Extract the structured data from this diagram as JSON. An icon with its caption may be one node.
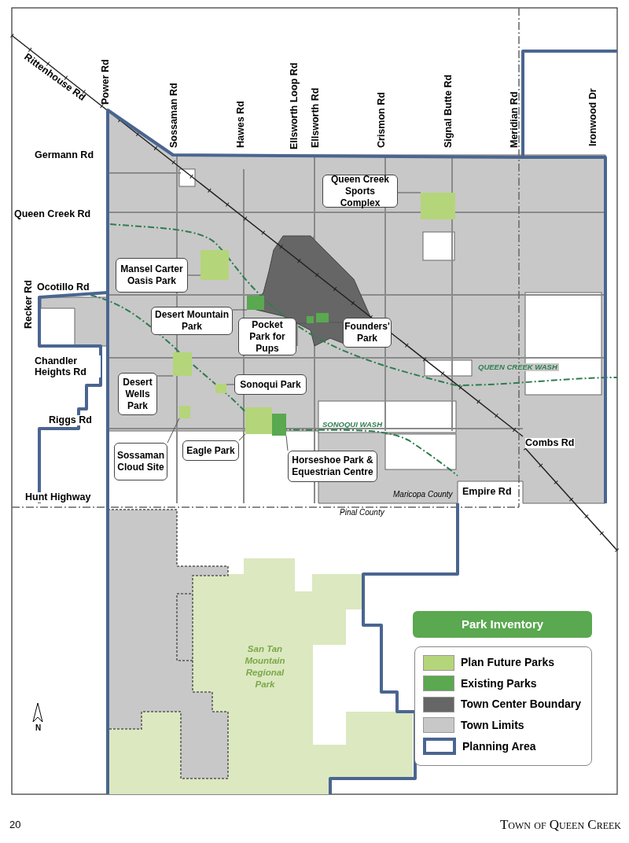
{
  "diagram": {
    "nodes": [
      {
        "text": [
          "Queen Creek Sports Complex"
        ]
      },
      {
        "text": [
          "Mansel Carter Oasis Park"
        ]
      },
      {
        "text": [
          "Desert Mountain Park"
        ]
      },
      {
        "text": [
          "Pocket Park for Pups"
        ]
      },
      {
        "text": [
          "Founders' Park"
        ]
      },
      {
        "text": [
          "Desert Wells Park"
        ]
      },
      {
        "text": [
          "Sonoqui Park"
        ]
      },
      {
        "text": [
          "Sossaman Cloud Site"
        ]
      },
      {
        "text": [
          "Eagle Park"
        ]
      },
      {
        "text": [
          "Horseshoe Park & Equestrian Centre"
        ]
      },
      {
        "text": [],
        "shape": "box"
      },
      {
        "text": [],
        "shape": "box"
      },
      {
        "text": [],
        "shape": "box"
      },
      {
        "text": [],
        "shape": "box"
      },
      {
        "text": [],
        "shape": "box"
      },
      {
        "text": [],
        "shape": "box"
      },
      {
        "text": [],
        "shape": "box"
      },
      {
        "text": [],
        "shape": "box"
      },
      {
        "text": [],
        "shape": "box"
      },
      {
        "text": [],
        "shape": "box"
      },
      {
        "text": [
          "Park Inventory"
        ]
      }
    ],
    "edges": [
      {
        "from": 0,
        "to": 10,
        "arrow": "none"
      },
      {
        "from": 1,
        "to": 11,
        "arrow": "none"
      },
      {
        "from": 2,
        "to": 12,
        "arrow": "none"
      },
      {
        "from": 3,
        "to": 13,
        "arrow": "none"
      },
      {
        "from": 4,
        "to": 14,
        "arrow": "none"
      },
      {
        "from": 5,
        "to": 15,
        "arrow": "none"
      },
      {
        "from": 6,
        "to": 16,
        "arrow": "none"
      },
      {
        "from": 7,
        "to": 17,
        "arrow": "none"
      },
      {
        "from": 8,
        "to": 18,
        "arrow": "none"
      },
      {
        "from": 9,
        "to": 19,
        "arrow": "none"
      }
    ],
    "labels": [
      "Rittenhouse Rd",
      "Power Rd",
      "Sossaman Rd",
      "Hawes Rd",
      "Ellsworth Loop Rd",
      "Ellsworth Rd",
      "Crismon Rd",
      "Signal Butte Rd",
      "Meridian Rd",
      "Ironwood Dr",
      "Germann Rd",
      "Queen Creek Rd",
      "Ocotillo Rd",
      "Recker Rd",
      "Chandler Heights Rd",
      "Riggs Rd",
      "Hunt Highway",
      "Combs Rd",
      "Empire Rd",
      "QUEEN CREEK WASH",
      "SONOQUI WASH",
      "Maricopa County",
      "Pinal County",
      "San Tan Mountain Regional Park",
      "N",
      "20",
      "Town of Queen Creek"
    ],
    "legend": [
      {
        "text": "Plan Future Parks",
        "color": "#b5d57a"
      },
      {
        "text": "Existing Parks",
        "color": "#5aa850"
      },
      {
        "text": "Town Center Boundary",
        "color": "#666666"
      },
      {
        "text": "Town Limits",
        "color": "#c8c8c8"
      },
      {
        "text": "Planning Area"
      }
    ]
  }
}
